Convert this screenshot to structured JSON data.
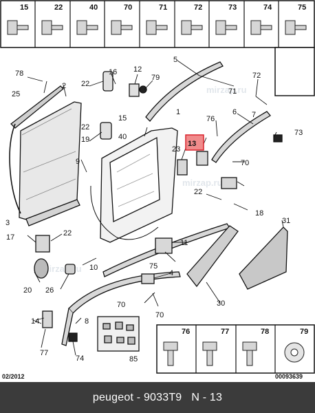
{
  "header_cells": [
    {
      "num": "15"
    },
    {
      "num": "22"
    },
    {
      "num": "40"
    },
    {
      "num": "70"
    },
    {
      "num": "71"
    },
    {
      "num": "72"
    },
    {
      "num": "73"
    },
    {
      "num": "74"
    },
    {
      "num": "75"
    }
  ],
  "footer_cells": [
    {
      "num": "76"
    },
    {
      "num": "77"
    },
    {
      "num": "78"
    },
    {
      "num": "79"
    }
  ],
  "callouts": [
    "78",
    "25",
    "2",
    "22",
    "16",
    "12",
    "79",
    "5",
    "72",
    "71",
    "7",
    "6",
    "73",
    "1",
    "76",
    "23",
    "13",
    "70",
    "15",
    "40",
    "19",
    "9",
    "22",
    "22",
    "18",
    "3",
    "31",
    "17",
    "22",
    "11",
    "20",
    "26",
    "10",
    "75",
    "4",
    "70",
    "14",
    "8",
    "70",
    "77",
    "74",
    "85",
    "30"
  ],
  "highlight_label": "13",
  "date_code": "02/2012",
  "ref_code": "00093639",
  "footer": {
    "brand": "peugeot",
    "sep1": " - ",
    "part": "9033T9",
    "sep2": "   ",
    "pos": "N - 13"
  },
  "watermark": "mirzap.ru",
  "colors": {
    "highlight_border": "#d9232d",
    "highlight_fill": "#f08b8b",
    "footer_bg": "#3b3b3b",
    "line": "#111111"
  }
}
